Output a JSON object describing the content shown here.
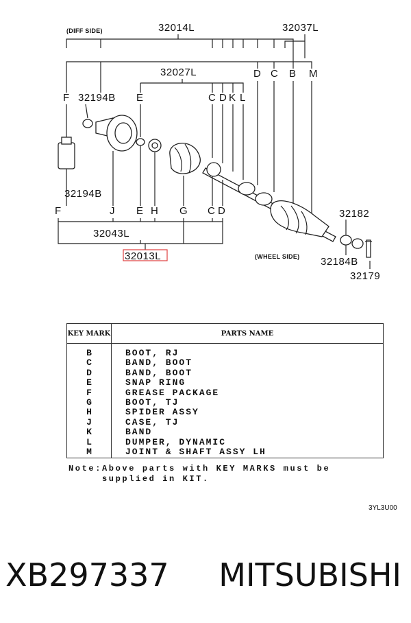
{
  "diagram": {
    "side_labels": {
      "diff": "(DIFF SIDE)",
      "wheel": "(WHEEL SIDE)"
    },
    "part_numbers": {
      "p32014L": "32014L",
      "p32037L": "32037L",
      "p32027L": "32027L",
      "p32194B_top": "32194B",
      "p32194B_bottom": "32194B",
      "p32043L": "32043L",
      "p32013L": "32013L",
      "p32182": "32182",
      "p32184B": "32184B",
      "p32179": "32179"
    },
    "letters": {
      "top_F": "F",
      "top_E": "E",
      "top_C": "C",
      "top_D": "D",
      "top_K": "K",
      "top_L": "L",
      "upper_D": "D",
      "upper_C": "C",
      "upper_B": "B",
      "upper_M": "M",
      "bot_F": "F",
      "bot_J": "J",
      "bot_E": "E",
      "bot_H": "H",
      "bot_G": "G",
      "bot_C": "C",
      "bot_D": "D"
    },
    "highlight_color": "#e04040"
  },
  "table": {
    "header_key": "KEY MARK",
    "header_name": "PARTS NAME",
    "rows": [
      {
        "key": "B",
        "name": "BOOT, RJ"
      },
      {
        "key": "C",
        "name": "BAND, BOOT"
      },
      {
        "key": "D",
        "name": "BAND, BOOT"
      },
      {
        "key": "E",
        "name": "SNAP RING"
      },
      {
        "key": "F",
        "name": "GREASE PACKAGE"
      },
      {
        "key": "G",
        "name": "BOOT, TJ"
      },
      {
        "key": "H",
        "name": "SPIDER ASSY"
      },
      {
        "key": "J",
        "name": "CASE, TJ"
      },
      {
        "key": "K",
        "name": "BAND"
      },
      {
        "key": "L",
        "name": "DUMPER, DYNAMIC"
      },
      {
        "key": "M",
        "name": "JOINT & SHAFT ASSY LH"
      }
    ]
  },
  "note": {
    "line1": "Note:Above parts with KEY MARKS must be",
    "line2": "     supplied in KIT."
  },
  "diagram_code": "3YL3U00",
  "caption": {
    "part_number": "XB297337",
    "brand": "MITSUBISHI"
  }
}
